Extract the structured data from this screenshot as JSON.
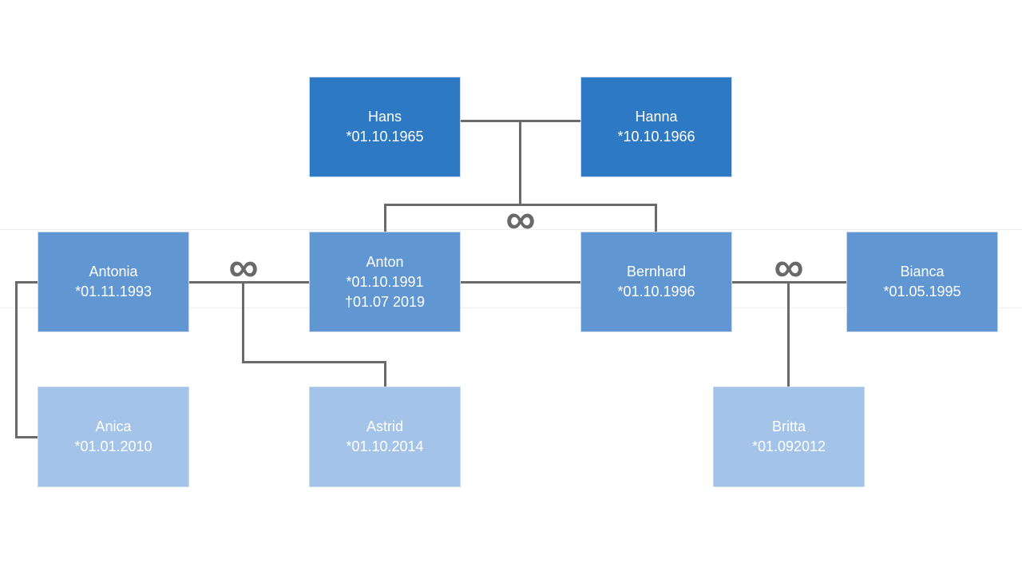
{
  "colors": {
    "background": "#ffffff",
    "generation1_fill": "#2e79c3",
    "generation2_fill": "#6096d2",
    "generation3_fill": "#a3c4e8",
    "box_border": "#c9d8ec",
    "line": "#6a6a6a",
    "symbol": "#696969",
    "text": "#ffffff"
  },
  "people": [
    {
      "name": "Hans",
      "birth": "*01.10.1965",
      "generation": 1
    },
    {
      "name": "Hanna",
      "birth": "*10.10.1966",
      "generation": 1
    },
    {
      "name": "Antonia",
      "birth": "*01.11.1993",
      "generation": 2
    },
    {
      "name": "Anton",
      "birth": "*01.10.1991",
      "death": "†01.07 2019",
      "generation": 2
    },
    {
      "name": "Bernhard",
      "birth": "*01.10.1996",
      "generation": 2
    },
    {
      "name": "Bianca",
      "birth": "*01.05.1995",
      "generation": 2
    },
    {
      "name": "Anica",
      "birth": "*01.01.2010",
      "generation": 3
    },
    {
      "name": "Astrid",
      "birth": "*01.10.2014",
      "generation": 3
    },
    {
      "name": "Britta",
      "birth": "*01.092012",
      "generation": 3
    }
  ],
  "marriages": [
    {
      "couple": [
        "Hans",
        "Hanna"
      ],
      "symbol": "∞",
      "children": [
        "Anton",
        "Bernhard"
      ]
    },
    {
      "couple": [
        "Antonia",
        "Anton"
      ],
      "symbol": "∞",
      "children": [
        "Astrid"
      ]
    },
    {
      "couple": [
        "Bernhard",
        "Bianca"
      ],
      "symbol": "∞",
      "children": [
        "Britta"
      ]
    }
  ],
  "parent_links": [
    {
      "parent": "Antonia",
      "child": "Anica"
    }
  ],
  "sibling_links": [
    {
      "between": [
        "Anton",
        "Bernhard"
      ]
    }
  ]
}
